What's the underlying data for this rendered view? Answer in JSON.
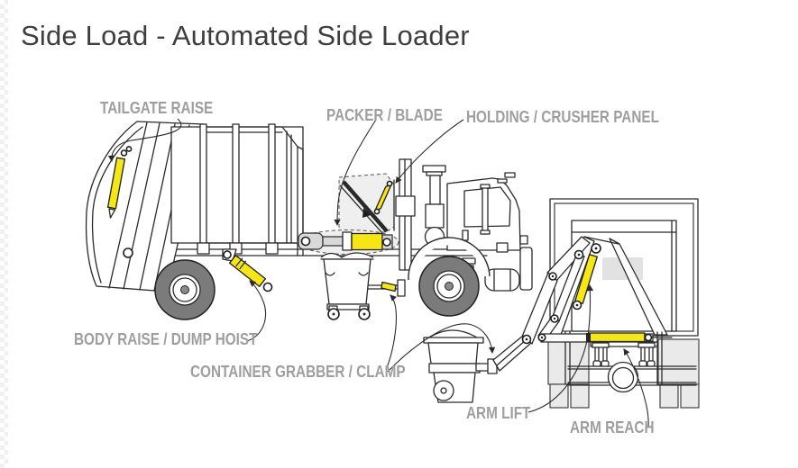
{
  "page": {
    "title": "Side Load - Automated Side Loader"
  },
  "labels": {
    "tailgate_raise": "TAILGATE RAISE",
    "packer_blade": "PACKER / BLADE",
    "holding_crusher_panel": "HOLDING / CRUSHER PANEL",
    "body_raise_dump_hoist": "BODY RAISE / DUMP HOIST",
    "container_grabber_clamp": "CONTAINER GRABBER / CLAMP",
    "arm_lift": "ARM LIFT",
    "arm_reach": "ARM REACH"
  },
  "colors": {
    "cylinder_yellow": "#F6E712",
    "label_gray": "#9E9E9E",
    "line_dark": "#2A2A2A",
    "tire_gray": "#7B7B7B",
    "panel_light_gray": "#EAEAEA",
    "title_gray": "#3E3E3E"
  }
}
